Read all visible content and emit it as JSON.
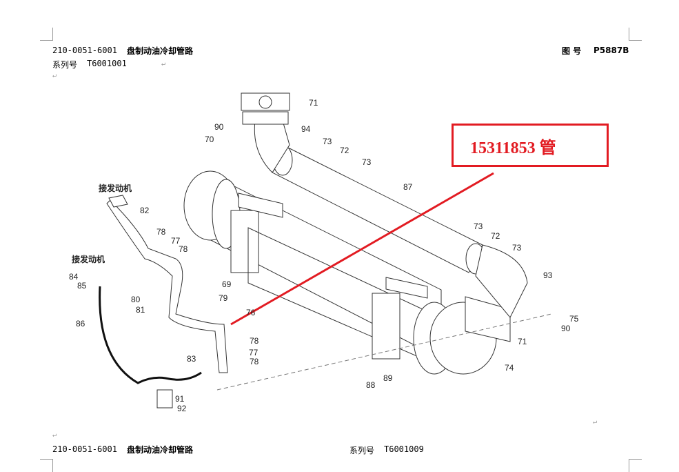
{
  "header": {
    "doc_code": "210-0051-6001",
    "title": "盘制动油冷却管路",
    "drawing_no_label": "图 号",
    "drawing_no": "P5887B",
    "series_label": "系列号",
    "series_no": "T6001001"
  },
  "footer": {
    "doc_code": "210-0051-6001",
    "title": "盘制动油冷却管路",
    "series_label": "系列号",
    "series_no": "T6001009"
  },
  "annotation": {
    "text": "15311853  管",
    "color": "#e21b22"
  },
  "diagram": {
    "engine_label_1": "接发动机",
    "engine_label_2": "接发动机",
    "callouts": [
      "71",
      "90",
      "94",
      "70",
      "73",
      "72",
      "73",
      "87",
      "82",
      "78",
      "77",
      "78",
      "73",
      "72",
      "73",
      "84",
      "85",
      "69",
      "93",
      "79",
      "80",
      "81",
      "76",
      "86",
      "75",
      "90",
      "78",
      "71",
      "77",
      "83",
      "78",
      "89",
      "74",
      "88",
      "91",
      "92"
    ]
  }
}
